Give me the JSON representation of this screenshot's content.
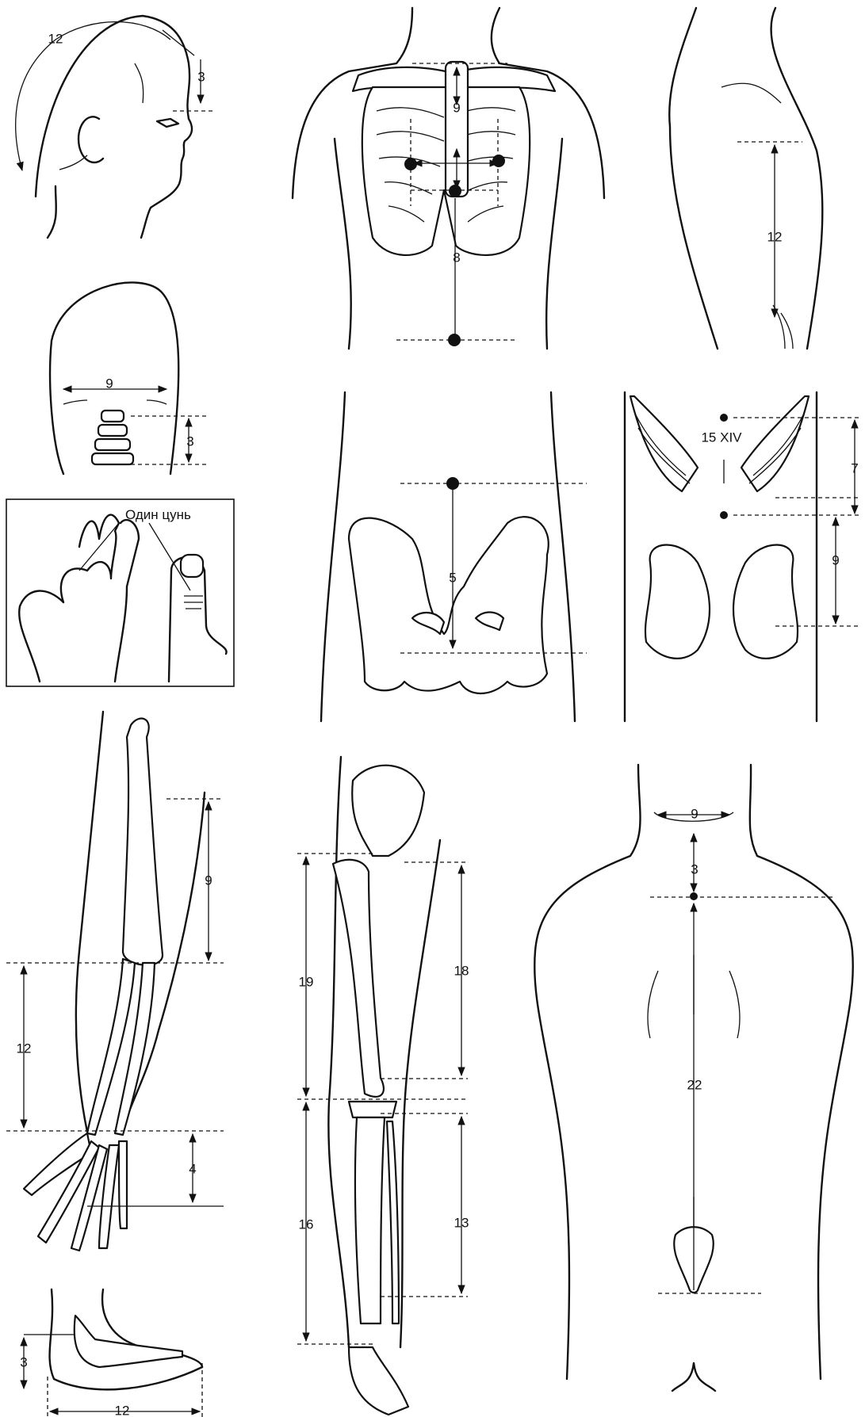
{
  "labels": {
    "head_side_arc": "12",
    "head_side_forehead": "3",
    "chest_sternum": "9",
    "chest_abdomen": "8",
    "upper_arm": "12",
    "head_back_width": "9",
    "neck_back": "3",
    "finger_caption": "Один цунь",
    "abdomen_pelvis": "5",
    "back_lumbar_vertebra": "15 XIV",
    "back_upper": "7",
    "back_lower": "9",
    "arm_upper": "9",
    "forearm": "12",
    "wrist_hand": "4",
    "leg_thigh_outer": "19",
    "leg_thigh_inner": "18",
    "leg_shin_outer": "16",
    "leg_shin_inner": "13",
    "ankle": "3",
    "foot_length": "12",
    "back_neck_width": "9",
    "back_neck_height": "3",
    "spine": "22"
  }
}
